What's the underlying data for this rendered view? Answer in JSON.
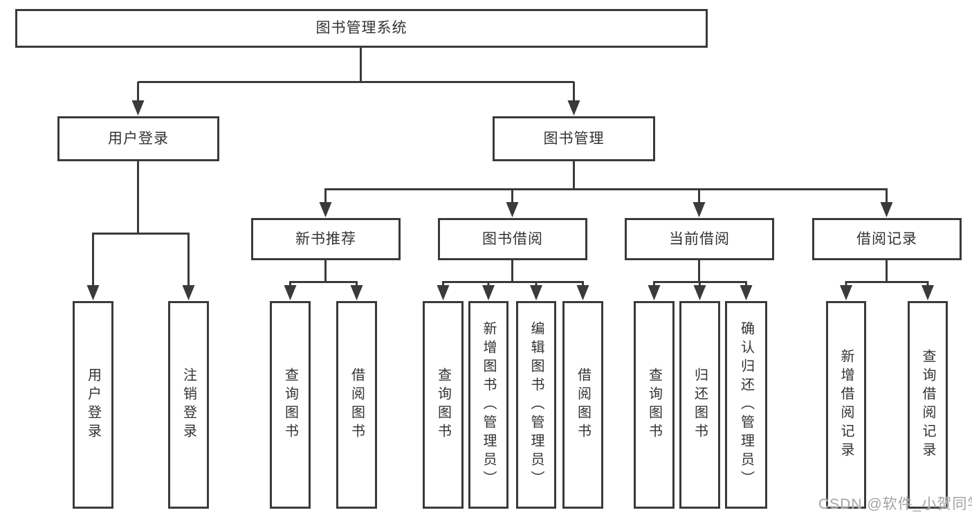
{
  "diagram": {
    "type": "hierarchy-tree",
    "levels": 3,
    "colors": {
      "line": "#3a3a3a",
      "box_border": "#3a3a3a",
      "box_background": "#ffffff",
      "text": "#333333",
      "watermark": "#a3a3a3",
      "background": "#ffffff"
    },
    "nodes": {
      "root": "图书管理系统",
      "user_login": "用户登录",
      "book_mgmt": "图书管理",
      "new_book_rec": "新书推荐",
      "book_borrow": "图书借阅",
      "current_borrow": "当前借阅",
      "borrow_record": "借阅记录",
      "leaf_user_login": "用户登录",
      "leaf_logout": "注销登录",
      "leaf_nb_query": "查询图书",
      "leaf_nb_borrow": "借阅图书",
      "leaf_bb_query": "查询图书",
      "leaf_bb_add": "新增图书（管理员）",
      "leaf_bb_edit": "编辑图书（管理员）",
      "leaf_bb_borrow": "借阅图书",
      "leaf_cb_query": "查询图书",
      "leaf_cb_return": "归还图书",
      "leaf_cb_confirm": "确认归还（管理员）",
      "leaf_br_add": "新增借阅记录",
      "leaf_br_query": "查询借阅记录"
    },
    "edges": [
      [
        "图书管理系统",
        "用户登录"
      ],
      [
        "图书管理系统",
        "图书管理"
      ],
      [
        "用户登录",
        "用户登录"
      ],
      [
        "用户登录",
        "注销登录"
      ],
      [
        "图书管理",
        "新书推荐"
      ],
      [
        "图书管理",
        "图书借阅"
      ],
      [
        "图书管理",
        "当前借阅"
      ],
      [
        "图书管理",
        "借阅记录"
      ],
      [
        "新书推荐",
        "查询图书"
      ],
      [
        "新书推荐",
        "借阅图书"
      ],
      [
        "图书借阅",
        "查询图书"
      ],
      [
        "图书借阅",
        "新增图书（管理员）"
      ],
      [
        "图书借阅",
        "编辑图书（管理员）"
      ],
      [
        "图书借阅",
        "借阅图书"
      ],
      [
        "当前借阅",
        "查询图书"
      ],
      [
        "当前借阅",
        "归还图书"
      ],
      [
        "当前借阅",
        "确认归还（管理员）"
      ],
      [
        "借阅记录",
        "新增借阅记录"
      ],
      [
        "借阅记录",
        "查询借阅记录"
      ]
    ],
    "watermark": "CSDN @软件_小贺同学"
  }
}
